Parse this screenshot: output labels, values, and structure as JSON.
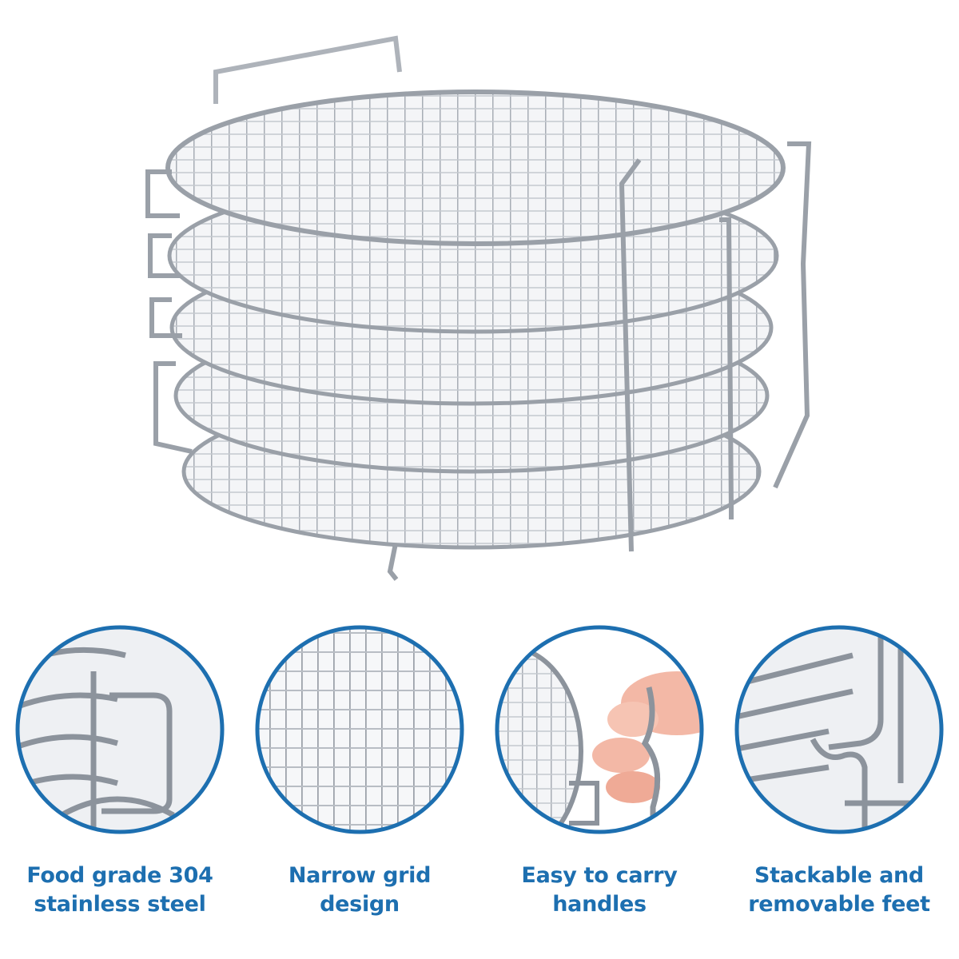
{
  "colors": {
    "accent": "#1d6fb0",
    "steel": "#9aa0a8",
    "steel_light": "#d7dadf",
    "skin": "#f3b8a6"
  },
  "hero": {
    "subject": "stacked-round-wire-racks"
  },
  "features": [
    {
      "icon": "handle-closeup-icon",
      "line1": "Food grade 304",
      "line2": "stainless steel"
    },
    {
      "icon": "grid-closeup-icon",
      "line1": "Narrow grid",
      "line2": "design"
    },
    {
      "icon": "carry-handle-icon",
      "line1": "Easy to carry",
      "line2": "handles"
    },
    {
      "icon": "feet-closeup-icon",
      "line1": "Stackable and",
      "line2": "removable feet"
    }
  ]
}
